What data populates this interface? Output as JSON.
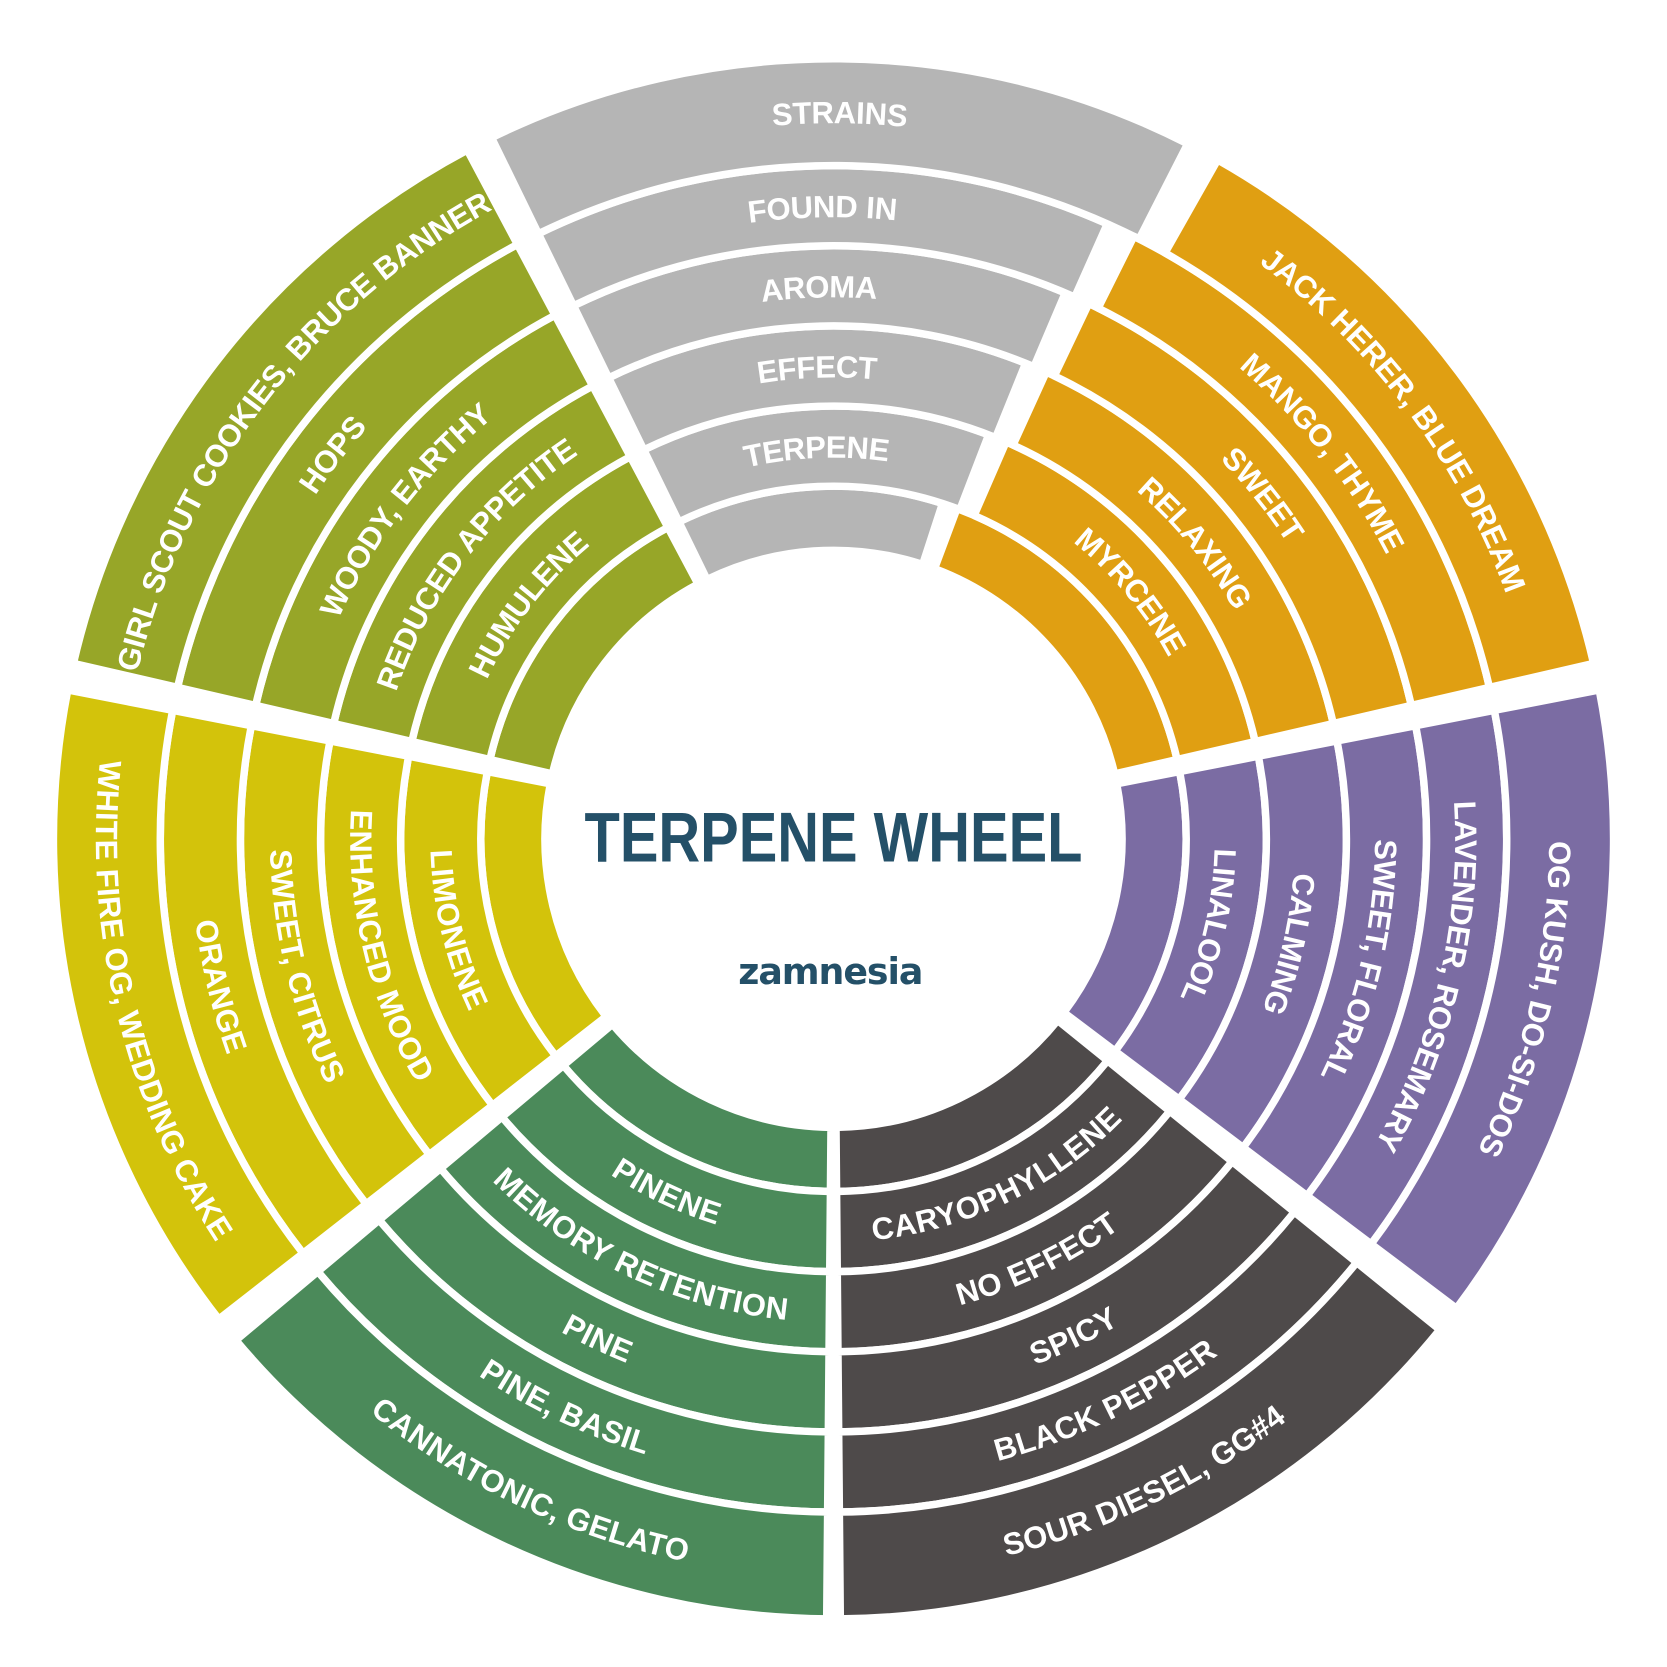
{
  "title": "TERPENE WHEEL",
  "logo": "zamnesia",
  "colors": {
    "title": "#245068",
    "logo": "#245068"
  },
  "header": {
    "color": "#b5b5b5",
    "labels": [
      "TERPENE",
      "EFFECT",
      "AROMA",
      "FOUND IN",
      "STRAINS"
    ]
  },
  "terpenes": [
    {
      "key": "myrcene",
      "color": "#e09f12",
      "labels": [
        "MYRCENE",
        "RELAXING",
        "SWEET",
        "MANGO, THYME",
        "JACK HERER, BLUE DREAM"
      ]
    },
    {
      "key": "linalool",
      "color": "#7b6ca3",
      "labels": [
        "LINALOOL",
        "CALMING",
        "SWEET, FLORAL",
        "LAVENDER, ROSEMARY",
        "OG KUSH, DO-SI-DOS"
      ]
    },
    {
      "key": "caryophyllene",
      "color": "#4e4a4a",
      "labels": [
        "CARYOPHYLLENE",
        "NO EFFECT",
        "SPICY",
        "BLACK PEPPER",
        "SOUR DIESEL, GG#4"
      ]
    },
    {
      "key": "pinene",
      "color": "#4b8a5a",
      "labels": [
        "PINENE",
        "MEMORY RETENTION",
        "PINE",
        "PINE, BASIL",
        "CANNATONIC, GELATO"
      ]
    },
    {
      "key": "limonene",
      "color": "#d3c30b",
      "labels": [
        "LIMONENE",
        "ENHANCED MOOD",
        "SWEET, CITRUS",
        "ORANGE",
        "WHITE FIRE OG, WEDDING CAKE"
      ]
    },
    {
      "key": "humulene",
      "color": "#97a628",
      "labels": [
        "HUMULENE",
        "REDUCED APPETITE",
        "WOODY, EARTHY",
        "HOPS",
        "GIRL SCOUT COOKIES, BRUCE BANNER"
      ]
    }
  ]
}
